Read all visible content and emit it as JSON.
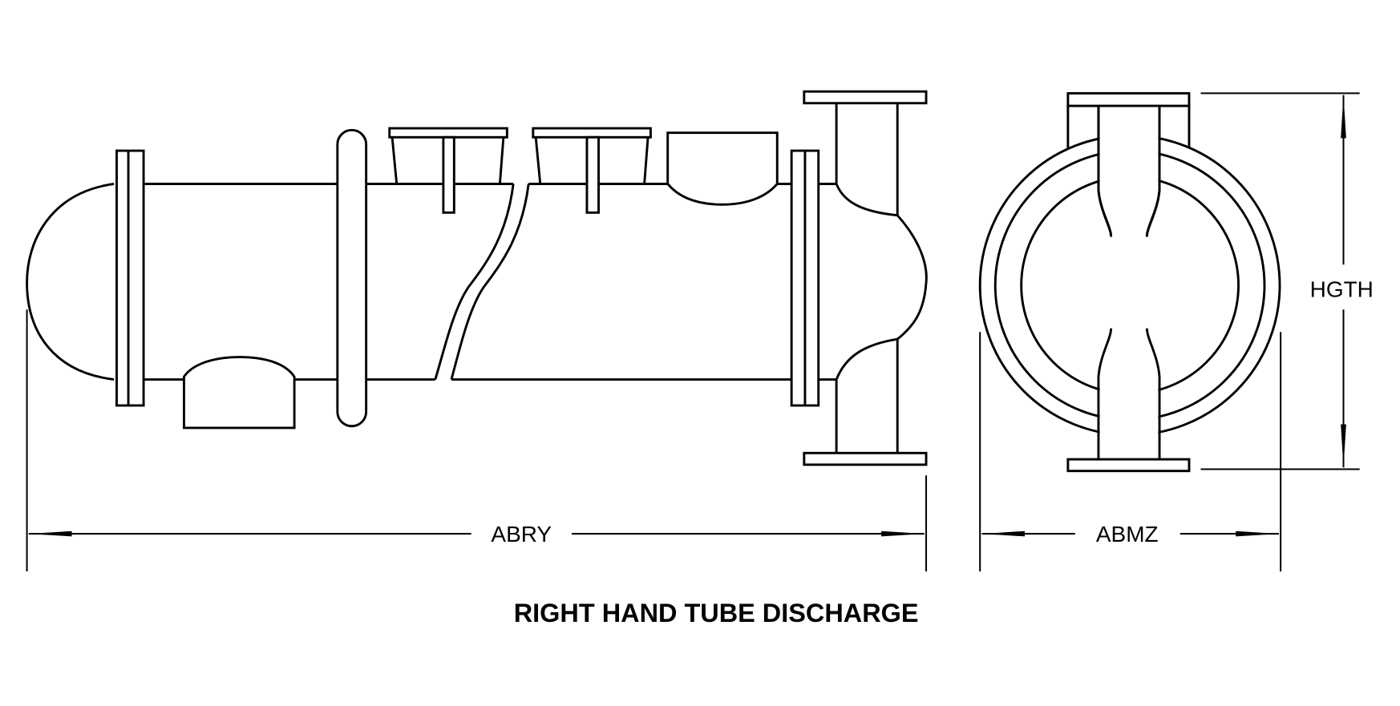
{
  "diagram": {
    "caption": "RIGHT HAND TUBE DISCHARGE",
    "dimensions": {
      "overall_length": "ABRY",
      "width": "ABMZ",
      "height": "HGTH"
    },
    "colors": {
      "line": "#000000",
      "background": "#ffffff"
    }
  }
}
